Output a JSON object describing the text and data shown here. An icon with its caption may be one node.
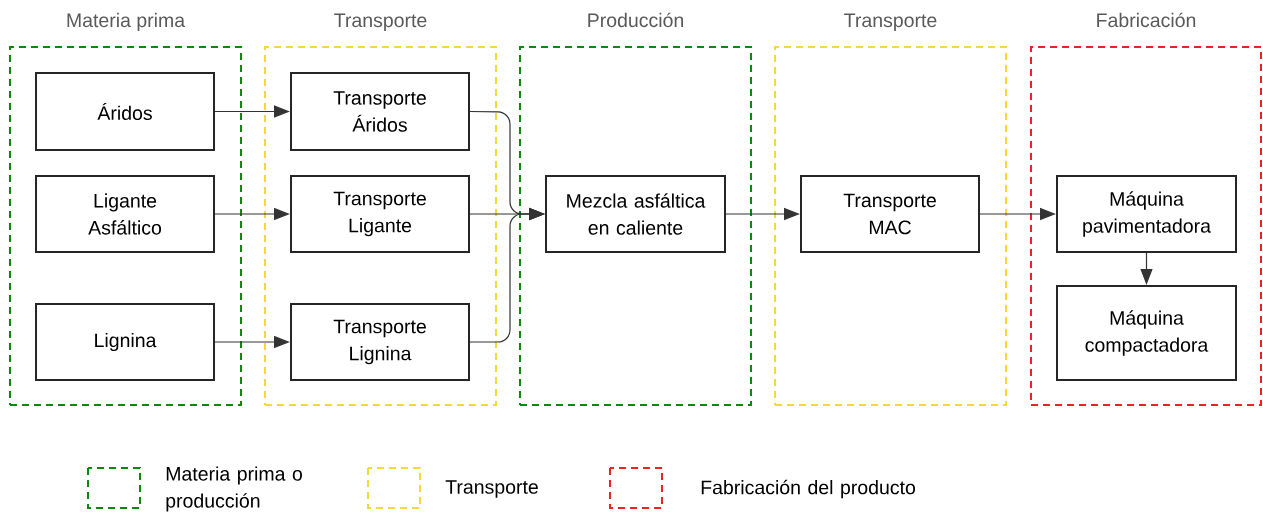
{
  "diagram": {
    "nodes": [
      {
        "text": [
          "Materia prima"
        ]
      },
      {
        "text": [
          "Áridos"
        ],
        "in": 0
      },
      {
        "text": [
          "Ligante Asfáltico"
        ],
        "in": 0
      },
      {
        "text": [
          "Lignina"
        ],
        "in": 0
      },
      {
        "text": [
          "Transporte"
        ]
      },
      {
        "text": [
          "Transporte Áridos"
        ],
        "in": 4
      },
      {
        "text": [
          "Transporte Ligante"
        ],
        "in": 4
      },
      {
        "text": [
          "Transporte Lignina"
        ],
        "in": 4
      },
      {
        "text": [
          "Producción"
        ]
      },
      {
        "text": [
          "Mezcla asfáltica en caliente"
        ],
        "in": 8
      },
      {
        "text": [
          "Transporte"
        ]
      },
      {
        "text": [
          "Transporte MAC"
        ],
        "in": 10
      },
      {
        "text": [
          "Fabricación"
        ]
      },
      {
        "text": [
          "Máquina pavimentadora"
        ],
        "in": 12
      },
      {
        "text": [
          "Máquina compactadora"
        ],
        "in": 12
      }
    ],
    "edges": [
      {
        "from": 1,
        "to": 5,
        "arrow": "to"
      },
      {
        "from": 2,
        "to": 6,
        "arrow": "to"
      },
      {
        "from": 3,
        "to": 7,
        "arrow": "to"
      },
      {
        "from": 5,
        "to": 9,
        "arrow": "to"
      },
      {
        "from": 6,
        "to": 9,
        "arrow": "to"
      },
      {
        "from": 7,
        "to": 9,
        "arrow": "to"
      },
      {
        "from": 9,
        "to": 11,
        "arrow": "to"
      },
      {
        "from": 11,
        "to": 13,
        "arrow": "to"
      },
      {
        "from": 13,
        "to": 14,
        "arrow": "to"
      }
    ],
    "legend": [
      {
        "text": "Materia prima o producción",
        "color": "#0a8a0a"
      },
      {
        "text": "Transporte",
        "color": "#f5d93a"
      },
      {
        "text": "Fabricación del producto",
        "color": "#ee2222"
      }
    ]
  }
}
